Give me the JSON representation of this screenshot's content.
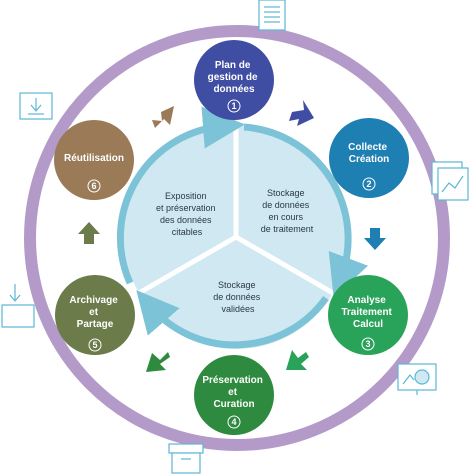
{
  "steps": [
    {
      "id": "plan",
      "lines": [
        "Plan de",
        "gestion de",
        "données"
      ],
      "num": "1",
      "color": "#3f4ea3"
    },
    {
      "id": "collecte",
      "lines": [
        "Collecte",
        "Création"
      ],
      "num": "2",
      "color": "#1e7fb3"
    },
    {
      "id": "analyse",
      "lines": [
        "Analyse",
        "Traitement",
        "Calcul"
      ],
      "num": "3",
      "color": "#2aa35a"
    },
    {
      "id": "preservation",
      "lines": [
        "Préservation",
        "et",
        "Curation"
      ],
      "num": "4",
      "color": "#2e8a3e"
    },
    {
      "id": "archivage",
      "lines": [
        "Archivage",
        "et",
        "Partage"
      ],
      "num": "5",
      "color": "#6b7b4a"
    },
    {
      "id": "reutilisation",
      "lines": [
        "Réutilisation"
      ],
      "num": "6",
      "color": "#9a7a57"
    }
  ],
  "center": {
    "left": [
      "Exposition",
      "et préservation",
      "des données",
      "citables"
    ],
    "right": [
      "Stockage",
      "de données",
      "en cours",
      "de traitement"
    ],
    "bottom": [
      "Stockage",
      "de données",
      "validées"
    ]
  },
  "colors": {
    "ring": "#b49ac9",
    "pie": "#cfe8f1",
    "pie_arrow": "#7dc3d8",
    "arrow_plan_collecte": "#3f4ea3",
    "arrow_collecte_analyse": "#1e7fb3",
    "arrow_analyse_preservation": "#2aa35a",
    "arrow_preservation_archivage": "#2e8a3e",
    "arrow_archivage_reutilisation": "#6b7b4a",
    "arrow_reutilisation_plan": "#9a7a57",
    "icon_stroke": "#5bb8d6"
  },
  "icons": [
    "document-icon",
    "download-icon",
    "folder-icon",
    "chart-window-icon",
    "presentation-icon",
    "archive-box-icon"
  ]
}
